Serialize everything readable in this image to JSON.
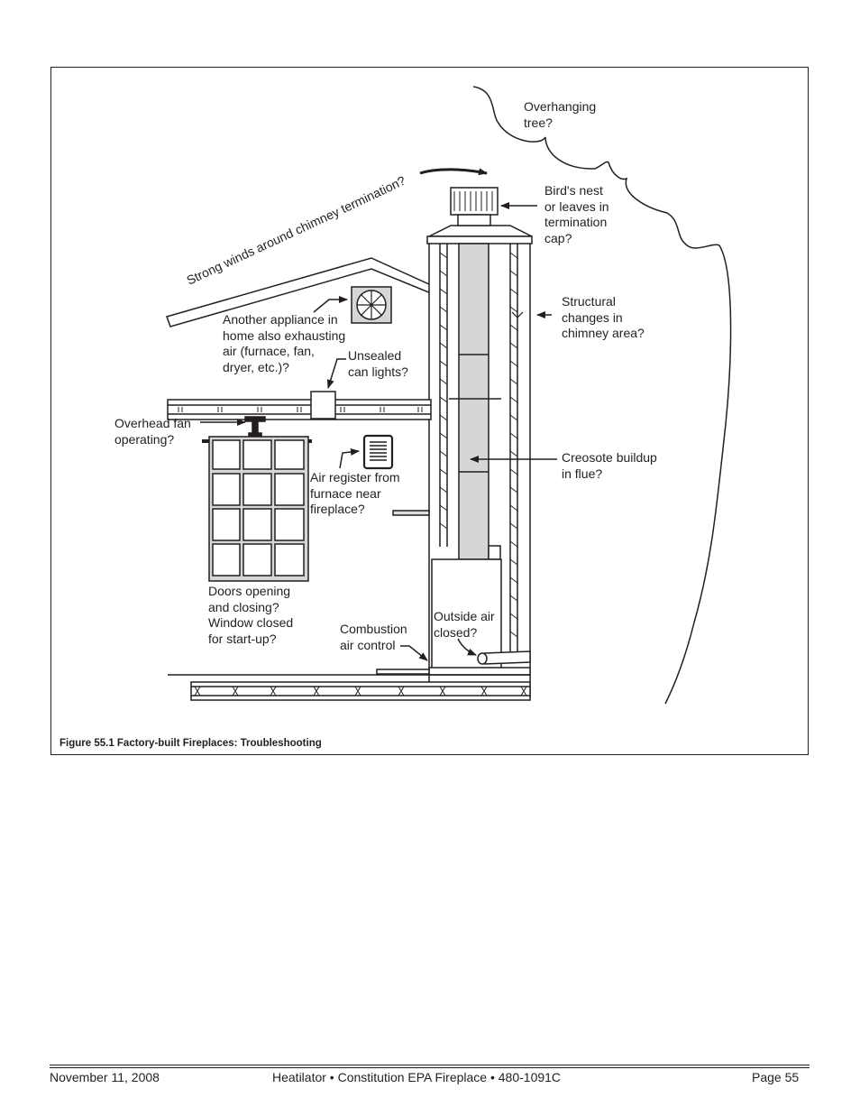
{
  "diagram": {
    "labels": {
      "overhanging_tree": "Overhanging\ntree?",
      "birds_nest": "Bird's nest\nor leaves in\ntermination\ncap?",
      "strong_winds": "Strong winds around chimney termination?",
      "structural_changes": "Structural\nchanges in\nchimney area?",
      "another_appliance": "Another appliance in\nhome also exhausting\nair (furnace, fan,\ndryer, etc.)?",
      "unsealed_lights": "Unsealed\ncan lights?",
      "overhead_fan": "Overhead fan\noperating?",
      "air_register": "Air register from\nfurnace near\nfireplace?",
      "creosote": "Creosote buildup\nin flue?",
      "doors_opening": "Doors opening\nand closing?\nWindow closed\nfor start-up?",
      "combustion_air": "Combustion\nair control",
      "outside_air": "Outside air\nclosed?"
    },
    "caption": "Figure 55.1  Factory-built Fireplaces: Troubleshooting"
  },
  "footer": {
    "date": "November 11, 2008",
    "title": "Heatilator • Constitution EPA Fireplace • 480-1091C",
    "page": "Page  55"
  }
}
